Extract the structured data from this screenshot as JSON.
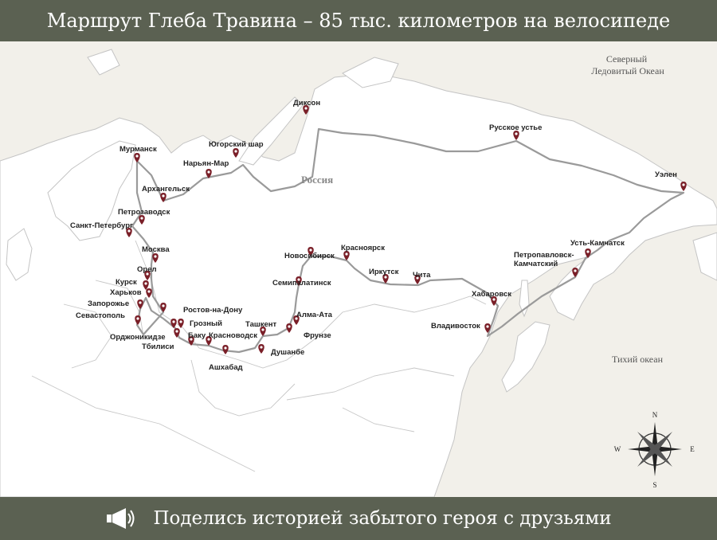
{
  "header": {
    "title": "Маршрут Глеба Травина – 85 тыс. километров на велосипеде"
  },
  "footer": {
    "share_text": "Поделись историей забытого героя с друзьями"
  },
  "map": {
    "country_label": "Россия",
    "seas": [
      {
        "key": "arctic",
        "lines": [
          "Северный",
          "Ледовитый Океан"
        ]
      },
      {
        "key": "pacific",
        "lines": [
          "Тихий океан"
        ]
      }
    ],
    "compass": {
      "n": "N",
      "s": "S",
      "e": "E",
      "w": "W"
    },
    "cities": [
      {
        "id": "murmansk",
        "name": "Мурманск"
      },
      {
        "id": "arkhangelsk",
        "name": "Архангельск"
      },
      {
        "id": "petrozavodsk",
        "name": "Петрозаводск"
      },
      {
        "id": "spb",
        "name": "Санкт-Петербург"
      },
      {
        "id": "moscow",
        "name": "Москва"
      },
      {
        "id": "orel",
        "name": "Орел"
      },
      {
        "id": "kursk",
        "name": "Курск"
      },
      {
        "id": "kharkov",
        "name": "Харьков"
      },
      {
        "id": "zaporozhe",
        "name": "Запорожье"
      },
      {
        "id": "sevastopol",
        "name": "Севастополь"
      },
      {
        "id": "rostov",
        "name": "Ростов-на-Дону"
      },
      {
        "id": "grozny",
        "name": "Грозный"
      },
      {
        "id": "ordzhonikidze",
        "name": "Орджоникидзе"
      },
      {
        "id": "tbilisi",
        "name": "Тбилиси"
      },
      {
        "id": "baku",
        "name": "Баку"
      },
      {
        "id": "krasnovodsk",
        "name": "Красноводск"
      },
      {
        "id": "ashkhabad",
        "name": "Ашхабад"
      },
      {
        "id": "dushanbe",
        "name": "Душанбе"
      },
      {
        "id": "tashkent",
        "name": "Ташкент"
      },
      {
        "id": "frunze",
        "name": "Фрунзе"
      },
      {
        "id": "almaata",
        "name": "Алма-Ата"
      },
      {
        "id": "semipalatinsk",
        "name": "Семипалатинск"
      },
      {
        "id": "novosibirsk",
        "name": "Новосибирск"
      },
      {
        "id": "krasnoyarsk",
        "name": "Красноярск"
      },
      {
        "id": "irkutsk",
        "name": "Иркутск"
      },
      {
        "id": "chita",
        "name": "Чита"
      },
      {
        "id": "khabarovsk",
        "name": "Хабаровск"
      },
      {
        "id": "vladivostok",
        "name": "Владивосток"
      },
      {
        "id": "petropavlovsk",
        "name": "Петропавловск-\nКамчатский"
      },
      {
        "id": "ustkamchatsk",
        "name": "Усть-Камчатск"
      },
      {
        "id": "uelen",
        "name": "Уэлен"
      },
      {
        "id": "russkoe",
        "name": "Русское устье"
      },
      {
        "id": "dikson",
        "name": "Диксон"
      },
      {
        "id": "yugorsky",
        "name": "Югорский шар"
      },
      {
        "id": "naryanmar",
        "name": "Нарьян-Мар"
      }
    ],
    "colors": {
      "route": "#9a9a9a",
      "pin": "#7a1f28",
      "land": "#ffffff",
      "border": "#b9b9b9",
      "water": "#f1efe9",
      "bar": "#5b6152"
    }
  }
}
